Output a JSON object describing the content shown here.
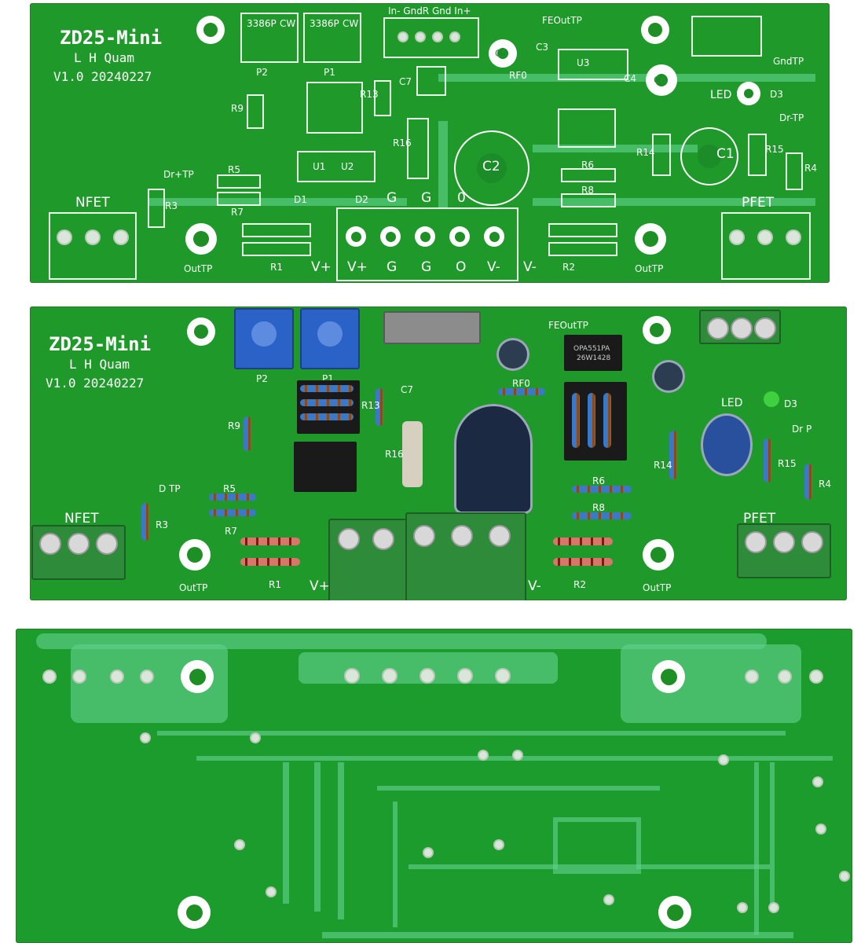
{
  "board_top": {
    "title": "ZD25-Mini",
    "author": "L H Quam",
    "version": "V1.0 20240227",
    "labels": {
      "p1": "P1",
      "p2": "P2",
      "pot1": "3386P",
      "pot1_cw": "CW",
      "pot2": "3386P",
      "pot2_cw": "CW",
      "input_header": "In- GndR Gnd In+",
      "fe_tp": "FEOutTP",
      "gnd_tp": "GndTP",
      "c5": "C5",
      "c3": "C3",
      "u3": "U3",
      "rf0": "RF0",
      "c7": "C7",
      "c4": "C4",
      "c6": "C6",
      "led": "LED",
      "d3": "D3",
      "r9": "R9",
      "r13": "R13",
      "u1": "U1",
      "u2": "U2",
      "r16": "R16",
      "c2": "C2",
      "r14": "R14",
      "c1": "C1",
      "r15": "R15",
      "dr_neg_tp": "Dr-TP",
      "r4": "R4",
      "dr_pos_tp": "Dr+TP",
      "r5": "R5",
      "r7": "R7",
      "r3": "R3",
      "d1": "D1",
      "d2": "D2",
      "g1": "G",
      "g2": "G",
      "zero_sym": "0",
      "r6": "R6",
      "r8": "R8",
      "nfet": "NFET",
      "pfet": "PFET",
      "outtp_left": "OutTP",
      "r1": "R1",
      "vplus_left": "V+",
      "t_vplus": "V+",
      "t_g1": "G",
      "t_g2": "G",
      "t_o": "O",
      "t_vminus": "V-",
      "vminus_right": "V-",
      "r2": "R2",
      "outtp_right": "OutTP"
    }
  },
  "board_mid": {
    "title": "ZD25-Mini",
    "author": "L H Quam",
    "version": "V1.0 20240227",
    "labels": {
      "p2": "P2",
      "p1": "P1",
      "fe_tp": "FEOutTP",
      "c7": "C7",
      "rf0": "RF0",
      "r9": "R9",
      "r13": "R13",
      "r16": "R16",
      "led": "LED",
      "d3": "D3",
      "r14": "R14",
      "r15": "R15",
      "dr_p": "Dr P",
      "r4": "R4",
      "r6": "R6",
      "r8": "R8",
      "r5": "R5",
      "r7": "R7",
      "r3": "R3",
      "d_tp": "D TP",
      "nfet": "NFET",
      "pfet": "PFET",
      "outtp_left": "OutTP",
      "r1": "R1",
      "vplus": "V+",
      "vminus": "V-",
      "r2": "R2",
      "outtp_right": "OutTP",
      "u3_part": "OPA551PA",
      "u3_code": "26W1428"
    }
  },
  "board_bottom": {}
}
